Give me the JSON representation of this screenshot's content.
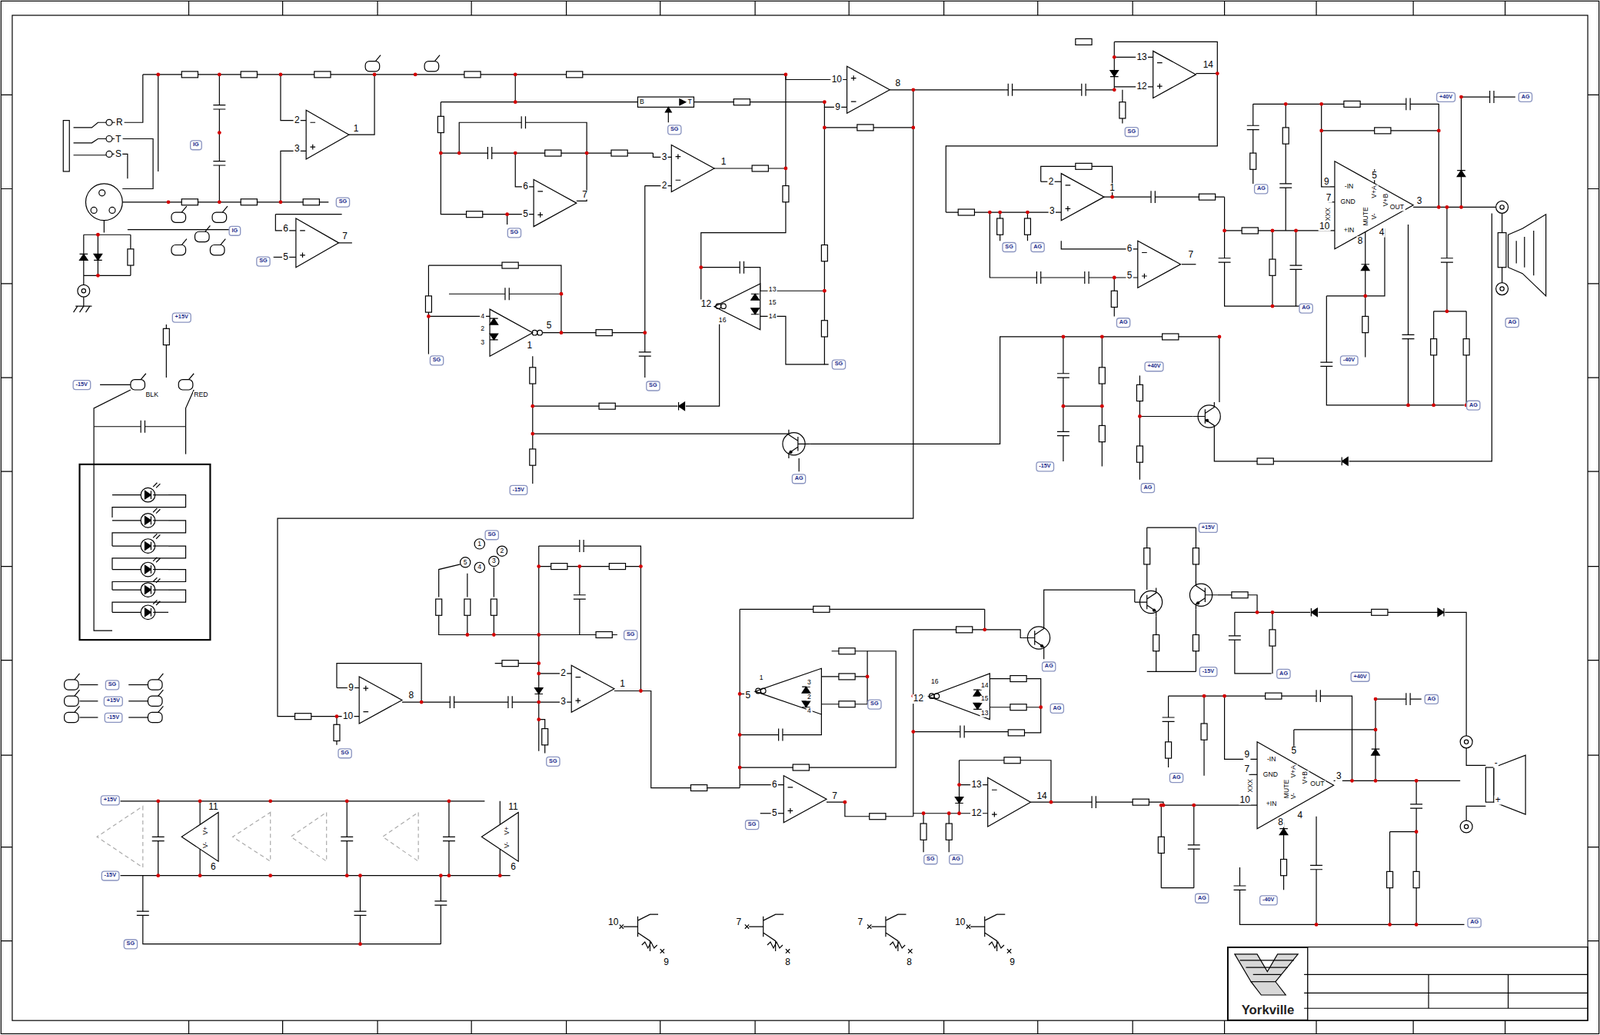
{
  "diagram": {
    "nodes": [
      {
        "text": [
          "Yorkville"
        ]
      }
    ],
    "labels": [
      "R",
      "T",
      "S",
      "IG",
      "IG",
      "2",
      "3",
      "1",
      "SG",
      "6",
      "5",
      "7",
      "SG",
      "6",
      "5",
      "7",
      "SG",
      "B",
      "T",
      "SG",
      "3",
      "2",
      "1",
      "10",
      "9",
      "8",
      "4",
      "2",
      "3",
      "5",
      "1",
      "SG",
      "SG",
      "12",
      "16",
      "13",
      "15",
      "14",
      "SG",
      "-15V",
      "AG",
      "+15V",
      "-15V",
      "BLK",
      "RED",
      "13",
      "12",
      "14",
      "SG",
      "2",
      "3",
      "1",
      "SG",
      "AG",
      "6",
      "5",
      "7",
      "AG",
      "+40V",
      "AG",
      "9",
      "-IN",
      "7",
      "GND",
      "XXX",
      "MUTE",
      "10",
      "+IN",
      "5",
      "V+A",
      "V+B",
      "V-",
      "OUT",
      "3",
      "4",
      "8",
      "AG",
      "AG",
      "-40V",
      "AG",
      "AG",
      "+40V",
      "-15V",
      "AG",
      "1",
      "SG",
      "2",
      "5",
      "3",
      "4",
      "SG",
      "9",
      "10",
      "8",
      "SG",
      "2",
      "3",
      "1",
      "SG",
      "1",
      "5",
      "3",
      "2",
      "4",
      "SG",
      "6",
      "5",
      "7",
      "SG",
      "16",
      "12",
      "14",
      "15",
      "13",
      "AG",
      "13",
      "12",
      "14",
      "SG",
      "AG",
      "AG",
      "+15V",
      "-15V",
      "AG",
      "+40V",
      "AG",
      "AG",
      "AG",
      "-40V",
      "AG",
      "9",
      "-IN",
      "7",
      "GND",
      "XXX",
      "MUTE",
      "10",
      "+IN",
      "5",
      "V+A",
      "V+B",
      "V-",
      "OUT",
      "3",
      "4",
      "8",
      "-",
      "+",
      "+15V",
      "-15V",
      "SG",
      "11",
      "V+",
      "V-",
      "6",
      "11",
      "V+",
      "V-",
      "6",
      "SG",
      "+15V",
      "-15V",
      "10",
      "9",
      "7",
      "8",
      "7",
      "8",
      "10",
      "9"
    ]
  }
}
